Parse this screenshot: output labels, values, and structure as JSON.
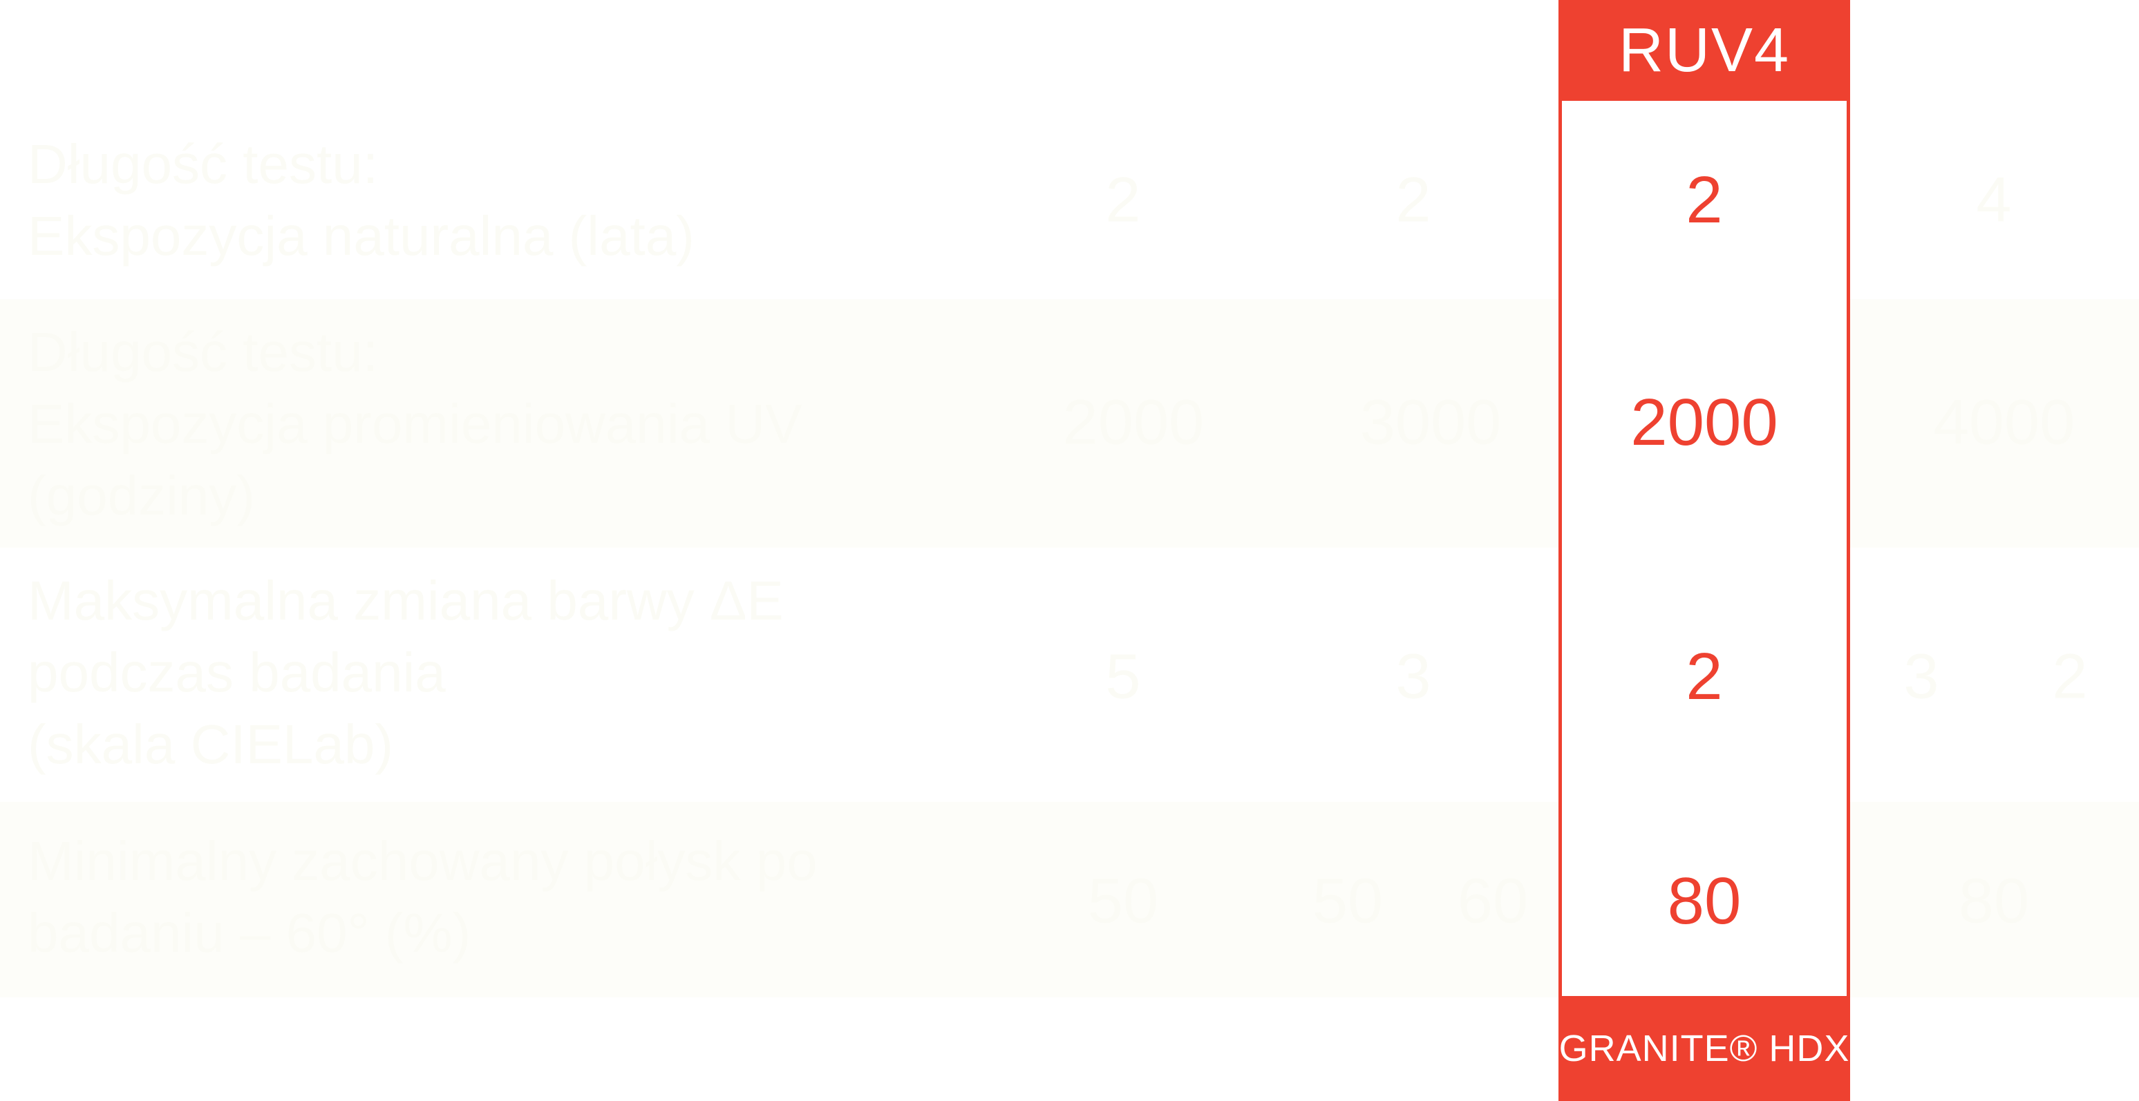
{
  "rows": [
    {
      "label": [
        "Długość testu:",
        "Ekspozycja naturalna (lata)"
      ],
      "values": [
        "2",
        "2",
        "4"
      ],
      "highlight_value": "2"
    },
    {
      "label": [
        "Długość testu:",
        "Ekspozycja promieniowania UV",
        "(godziny)"
      ],
      "values": [
        "2000",
        "3000",
        "4000"
      ],
      "highlight_value": "2000"
    },
    {
      "label": [
        "Maksymalna zmiana barwy ΔE",
        "podczas badania",
        "(skala CIELab)"
      ],
      "values": [
        "5",
        "3",
        "3",
        "2"
      ],
      "highlight_value": "2"
    },
    {
      "label": [
        "Minimalny zachowany połysk po",
        "badaniu – 60° (%)"
      ],
      "values": [
        "50",
        "50",
        "60",
        "80"
      ],
      "highlight_value": "80"
    }
  ],
  "highlight": {
    "header": "RUV4",
    "footer": "GRANITE® HDX"
  },
  "colors": {
    "accent": "#ee4130",
    "faded_text": "#fbfbf5",
    "band": "#fdfdf9"
  }
}
